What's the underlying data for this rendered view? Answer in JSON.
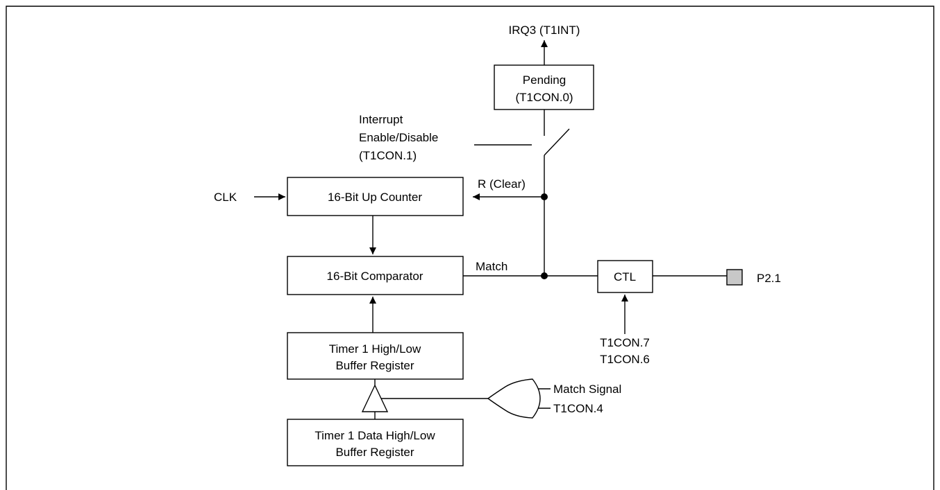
{
  "blocks": {
    "pending": {
      "line1": "Pending",
      "line2": "(T1CON.0)"
    },
    "counter": {
      "label": "16-Bit Up Counter"
    },
    "comparator": {
      "label": "16-Bit Comparator"
    },
    "buffer": {
      "line1": "Timer 1 High/Low",
      "line2": "Buffer Register"
    },
    "data_buffer": {
      "line1": "Timer 1 Data High/Low",
      "line2": "Buffer Register"
    },
    "ctl": {
      "label": "CTL"
    }
  },
  "signals": {
    "irq": "IRQ3 (T1INT)",
    "interrupt_enable": [
      "Interrupt",
      "Enable/Disable",
      "(T1CON.1)"
    ],
    "clear": "R (Clear)",
    "clk": "CLK",
    "match": "Match",
    "t1con7": "T1CON.7",
    "t1con6": "T1CON.6",
    "match_signal": "Match Signal",
    "t1con4": "T1CON.4",
    "pin": "P2.1"
  },
  "colors": {
    "line": "#000000",
    "pin_fill": "#c8c8c8",
    "background": "#ffffff"
  }
}
